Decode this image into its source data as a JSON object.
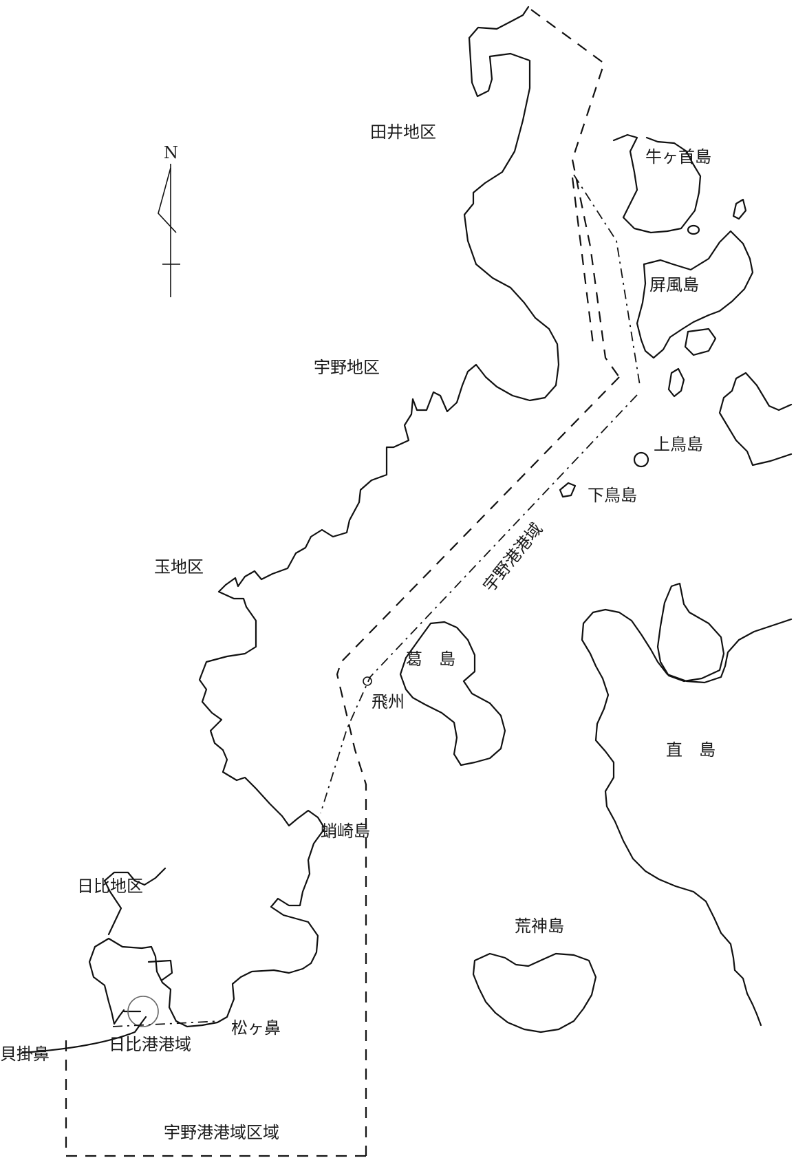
{
  "compass": {
    "north_label": "N"
  },
  "districts": {
    "tai": "田井地区",
    "uno": "宇野地区",
    "tama": "玉地区",
    "hibi": "日比地区"
  },
  "islands": {
    "ushigakubi": "牛ヶ首島",
    "byobu": "屏風島",
    "kamitori": "上鳥島",
    "shimotori": "下鳥島",
    "kazura": "葛　島",
    "tobisu": "飛州",
    "naoshima": "直　島",
    "shozaki": "蛸崎島",
    "arakami": "荒神島"
  },
  "capes": {
    "matsugahana": "松ヶ鼻",
    "kaikakebana": "貝掛鼻"
  },
  "port_areas": {
    "uno_port": "宇野港港域",
    "hibi_port": "日比港港域",
    "uno_port_zone": "宇野港港域区域"
  }
}
